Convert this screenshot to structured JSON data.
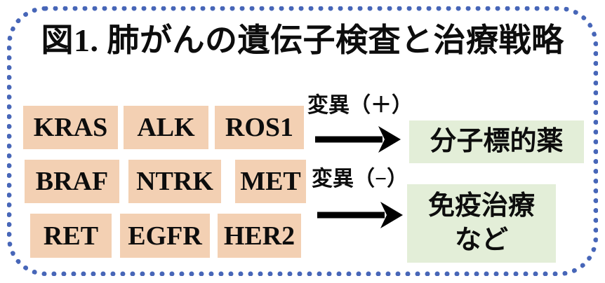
{
  "figure": {
    "title": "図1. 肺がんの遺伝子検査と治療戦略"
  },
  "genes": [
    "KRAS",
    "ALK",
    "ROS1",
    "BRAF",
    "NTRK",
    "MET",
    "RET",
    "EGFR",
    "HER2"
  ],
  "branches": {
    "positive": {
      "condition": "変異（＋）",
      "outcome": "分子標的薬"
    },
    "negative": {
      "condition": "変異（−）",
      "outcome_line1": "免疫治療",
      "outcome_line2": "など"
    }
  },
  "icons": {
    "arrow_right": "➝"
  },
  "colors": {
    "gene_box": "#f3d0b3",
    "outcome_box": "#e3eed8",
    "border": "#4766b8",
    "text": "#0d0d0d",
    "arrow": "#000000"
  }
}
